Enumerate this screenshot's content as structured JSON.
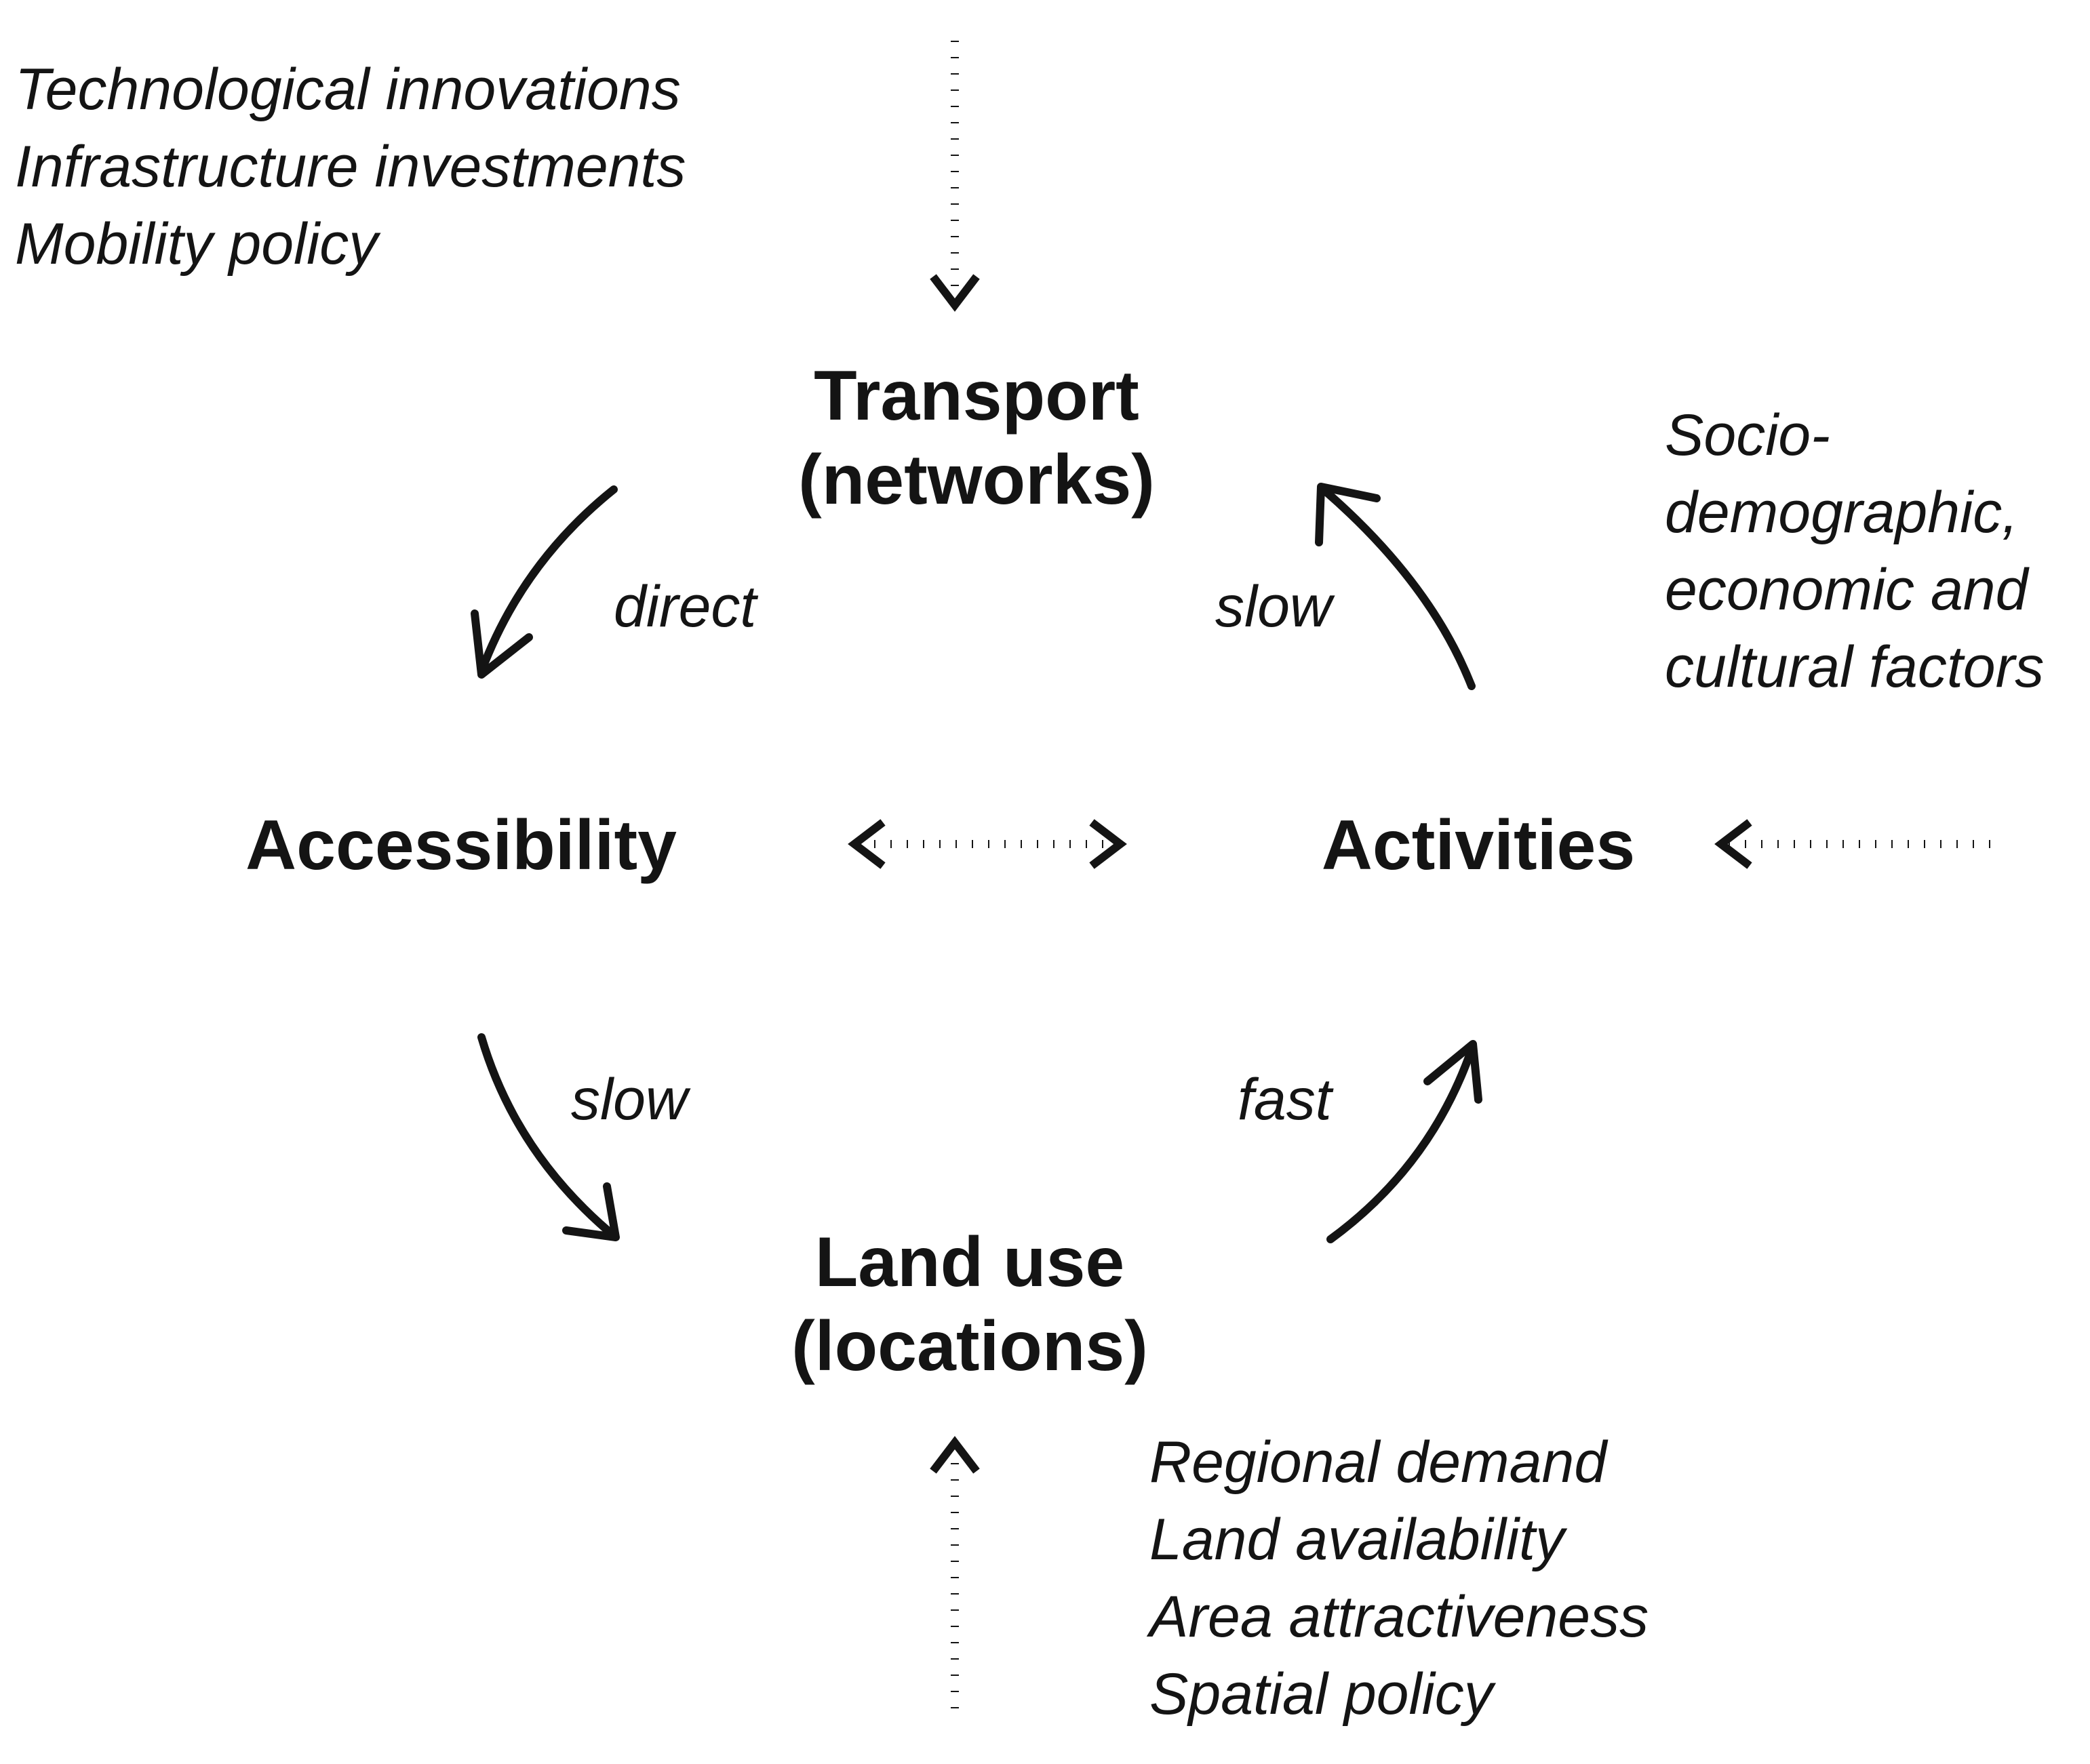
{
  "nodes": {
    "transport": [
      "Transport",
      "(networks)"
    ],
    "accessibility": "Accessibility",
    "activities": "Activities",
    "land_use": [
      "Land use",
      "(locations)"
    ]
  },
  "edge_labels": {
    "transport_to_accessibility": "direct",
    "activities_to_transport": "slow",
    "accessibility_to_land_use": "slow",
    "land_use_to_activities": "fast"
  },
  "external_factors": {
    "transport": [
      "Technological innovations",
      "Infrastructure investments",
      "Mobility policy"
    ],
    "activities": [
      "Socio-",
      "demographic,",
      "economic and",
      "cultural factors"
    ],
    "land_use": [
      "Regional demand",
      "Land availability",
      "Area attractiveness",
      "Spatial policy"
    ]
  },
  "colors": {
    "ink": "#141414",
    "background": "#ffffff"
  }
}
